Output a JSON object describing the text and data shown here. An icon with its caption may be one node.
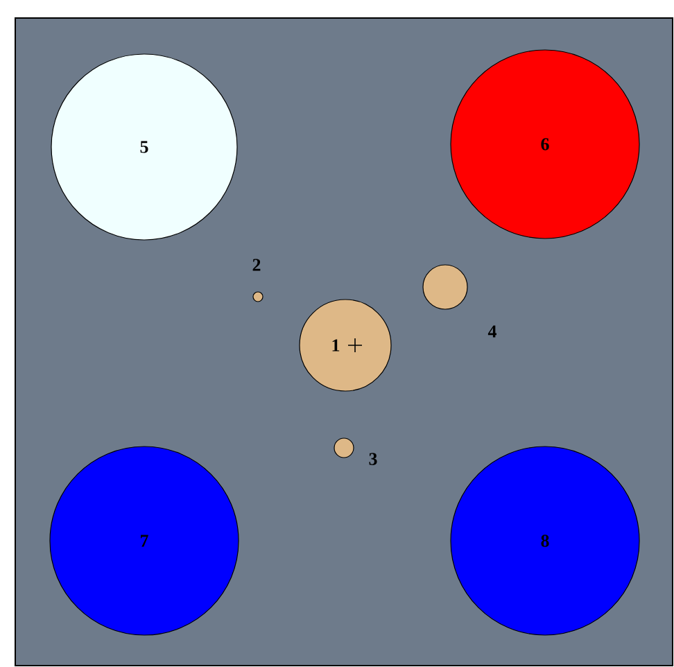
{
  "diagram": {
    "nodes": [
      {
        "text": [
          "5"
        ]
      },
      {
        "text": [
          "6"
        ]
      },
      {
        "text": [],
        "shape": "circle",
        "beside": [
          "2"
        ]
      },
      {
        "text": [],
        "shape": "circle",
        "beside": [
          "4"
        ]
      },
      {
        "text": [
          "1"
        ]
      },
      {
        "text": [],
        "shape": "circle",
        "beside": [
          "3"
        ]
      },
      {
        "text": [
          "7"
        ]
      },
      {
        "text": [
          "8"
        ]
      }
    ]
  }
}
